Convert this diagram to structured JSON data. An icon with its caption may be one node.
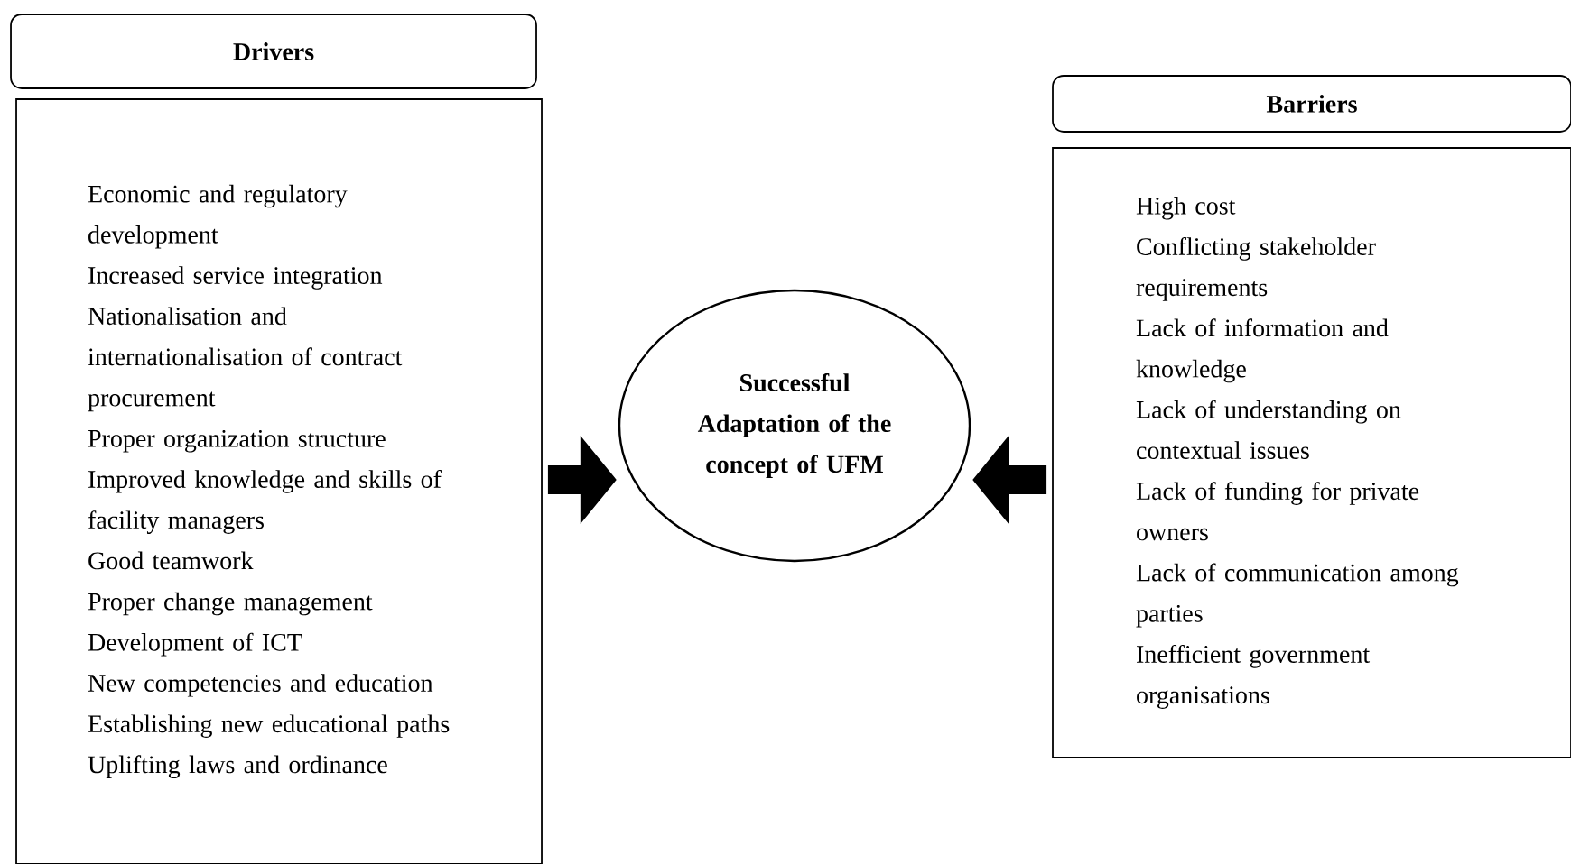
{
  "diagram": {
    "nodes": [
      {
        "text": [
          "Drivers"
        ]
      },
      {
        "text": [
          "Economic and regulatory development",
          "Increased service integration",
          "Nationalisation and internationalisation of contract procurement",
          "Proper organization structure",
          "Improved knowledge and skills of facility managers",
          "Good teamwork",
          "Proper change management",
          "Development of ICT",
          "New competencies and education",
          "Establishing new educational paths",
          "Uplifting laws and ordinance"
        ]
      },
      {
        "text": [
          "Successful Adaptation of the concept of UFM"
        ]
      },
      {
        "text": [
          "Barriers"
        ]
      },
      {
        "text": [
          "High cost",
          "Conflicting stakeholder requirements",
          "Lack of information and knowledge",
          "Lack of understanding on contextual issues",
          "Lack of funding for private owners",
          "Lack of communication among parties",
          "Inefficient government organisations"
        ]
      }
    ],
    "edges": [
      {
        "from": 1,
        "to": 2,
        "arrow": "to"
      },
      {
        "from": 4,
        "to": 2,
        "arrow": "to"
      }
    ]
  }
}
